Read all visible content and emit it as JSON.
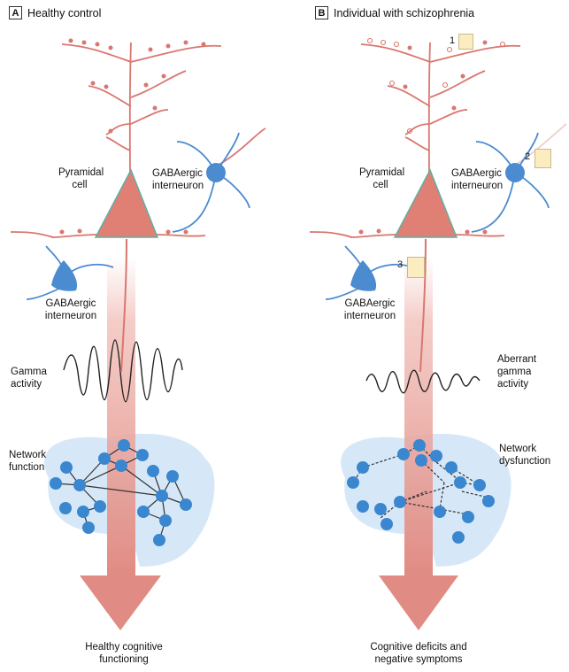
{
  "panels": {
    "a": {
      "letter": "A",
      "title": "Healthy control",
      "pyramidal": "Pyramidal\ncell",
      "gaba_right": "GABAergic\ninterneuron",
      "gaba_left": "GABAergic\ninterneuron",
      "gamma": "Gamma\nactivity",
      "network": "Network\nfunction",
      "outcome": "Healthy cognitive\nfunctioning"
    },
    "b": {
      "letter": "B",
      "title": "Individual with schizophrenia",
      "pyramidal": "Pyramidal\ncell",
      "gaba_right": "GABAergic\ninterneuron",
      "gaba_left": "GABAergic\ninterneuron",
      "gamma": "Aberrant\ngamma\nactivity",
      "network": "Network\ndysfunction",
      "outcome": "Cognitive deficits and\nnegative symptoms",
      "callouts": [
        "1",
        "2",
        "3"
      ]
    }
  },
  "colors": {
    "pyramidal": "#e07f74",
    "pyramidal_outline": "#5fb0a3",
    "interneuron": "#4b8bd0",
    "brain": "#d6e8f7",
    "node": "#3a87cf",
    "arrow": "#e08b83",
    "callout_box": "#fbedbf"
  }
}
